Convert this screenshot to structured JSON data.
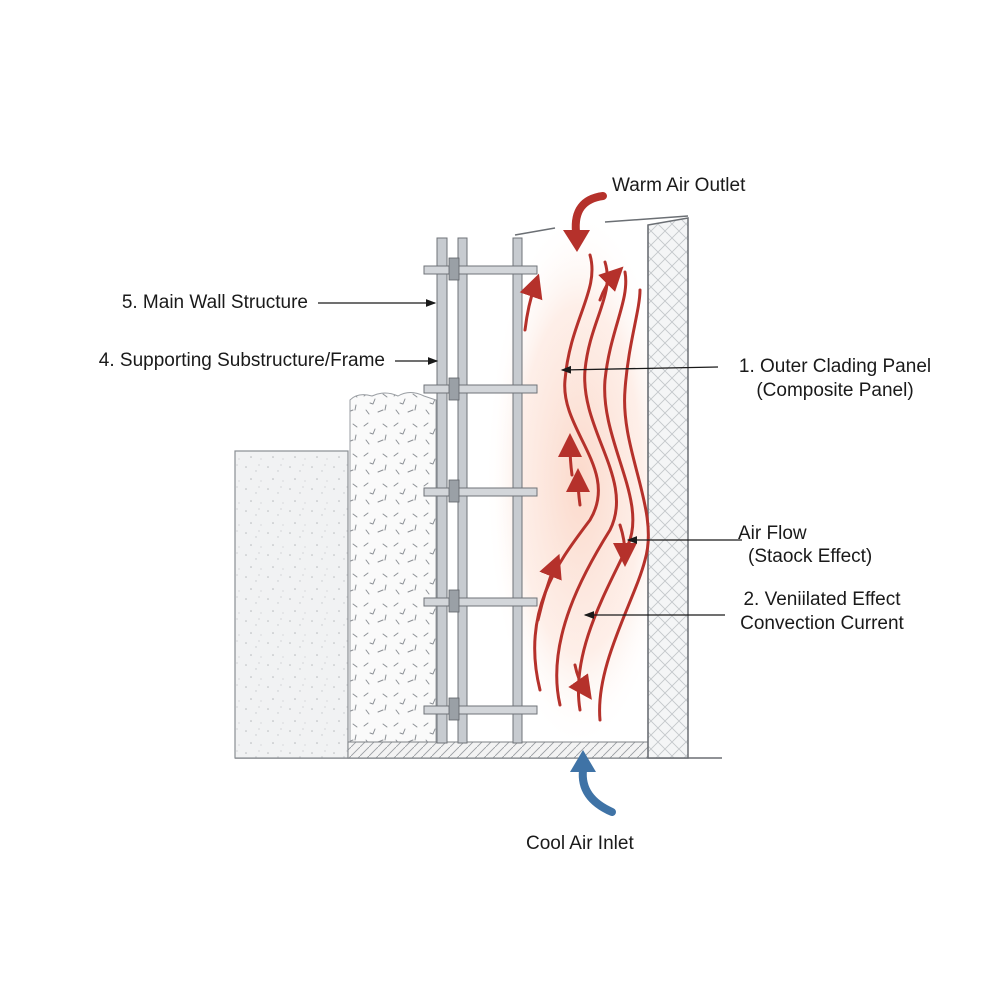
{
  "labels": {
    "warm_air_outlet": "Warm Air Outlet",
    "main_wall_structure": "5. Main Wall Structure",
    "supporting_substructure": "4. Supporting Substructure/Frame",
    "outer_cladding_line1": "1. Outer Clading Panel",
    "outer_cladding_line2": "(Composite Panel)",
    "air_flow_line1": "Air Flow",
    "air_flow_line2": "(Staock Effect)",
    "ventilated_line1": "2. Veniilated Effect",
    "ventilated_line2": "Convection Current",
    "cool_air_inlet": "Cool Air Inlet"
  },
  "colors": {
    "warm_air": "#b5312b",
    "cool_air": "#3f73a6",
    "glow": "#fbe3d9",
    "frame": "#8a8f96",
    "outline": "#6b6f74"
  }
}
